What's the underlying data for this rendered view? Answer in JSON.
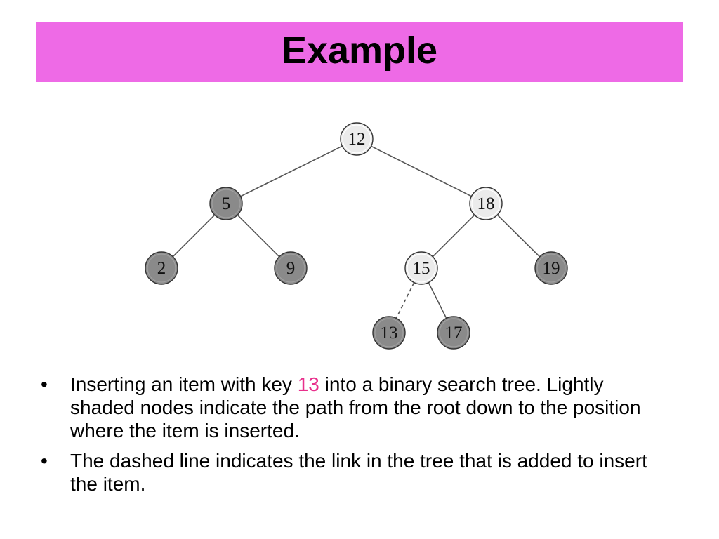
{
  "title": "Example",
  "tree": {
    "colors": {
      "light_node": "#ebebeb",
      "dark_node": "#8a8a8a",
      "edge": "#555555"
    },
    "nodes": [
      {
        "id": "n12",
        "label": "12",
        "shade": "light"
      },
      {
        "id": "n5",
        "label": "5",
        "shade": "dark"
      },
      {
        "id": "n18",
        "label": "18",
        "shade": "light"
      },
      {
        "id": "n2",
        "label": "2",
        "shade": "dark"
      },
      {
        "id": "n9",
        "label": "9",
        "shade": "dark"
      },
      {
        "id": "n15",
        "label": "15",
        "shade": "light"
      },
      {
        "id": "n19",
        "label": "19",
        "shade": "dark"
      },
      {
        "id": "n13",
        "label": "13",
        "shade": "dark"
      },
      {
        "id": "n17",
        "label": "17",
        "shade": "dark"
      }
    ],
    "edges": [
      {
        "from": "n12",
        "to": "n5",
        "style": "solid"
      },
      {
        "from": "n12",
        "to": "n18",
        "style": "solid"
      },
      {
        "from": "n5",
        "to": "n2",
        "style": "solid"
      },
      {
        "from": "n5",
        "to": "n9",
        "style": "solid"
      },
      {
        "from": "n18",
        "to": "n15",
        "style": "solid"
      },
      {
        "from": "n18",
        "to": "n19",
        "style": "solid"
      },
      {
        "from": "n15",
        "to": "n13",
        "style": "dashed"
      },
      {
        "from": "n15",
        "to": "n17",
        "style": "solid"
      }
    ]
  },
  "bullets": {
    "b1_before": "Inserting an item with key ",
    "b1_key": "13",
    "b1_after": " into a binary search tree. Lightly shaded nodes indicate the path from the root down to the position where the item is inserted.",
    "b2": "The dashed line indicates the link in the tree that is added to insert the item.",
    "bullet_char": "•",
    "key_color": "#e8308c"
  }
}
